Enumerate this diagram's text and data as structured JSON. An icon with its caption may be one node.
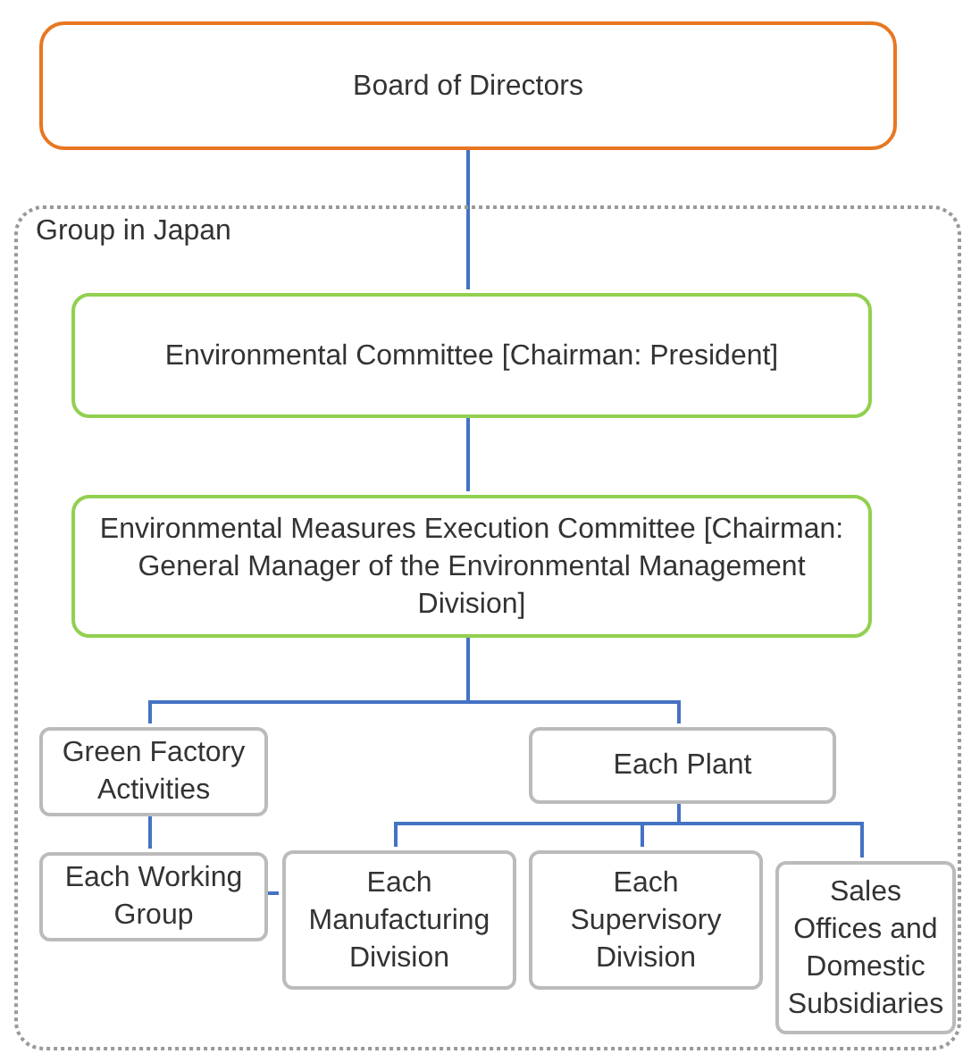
{
  "diagram": {
    "nodes": [
      {
        "text": [
          "Board of Directors"
        ]
      },
      {
        "text": [
          "Group in Japan"
        ]
      },
      {
        "text": [
          "Environmental Committee [Chairman: President]"
        ],
        "in": 1
      },
      {
        "text": [
          "Environmental Measures Execution Committee [Chairman: General Manager of the Environmental Management Division]"
        ],
        "in": 1
      },
      {
        "text": [
          "Green Factory Activities"
        ],
        "in": 1
      },
      {
        "text": [
          "Each Plant"
        ],
        "in": 1
      },
      {
        "text": [
          "Each Working Group"
        ],
        "in": 1
      },
      {
        "text": [
          "Each Manufacturing Division"
        ],
        "in": 1
      },
      {
        "text": [
          "Each Supervisory Division"
        ],
        "in": 1
      },
      {
        "text": [
          "Sales Offices and Domestic Subsidiaries"
        ],
        "in": 1
      }
    ],
    "edges": [
      {
        "from": 0,
        "to": 2,
        "arrow": "none"
      },
      {
        "from": 2,
        "to": 3,
        "arrow": "none"
      },
      {
        "from": 3,
        "to": 4,
        "arrow": "none"
      },
      {
        "from": 3,
        "to": 5,
        "arrow": "none"
      },
      {
        "from": 4,
        "to": 6,
        "arrow": "none"
      },
      {
        "from": 6,
        "to": 7,
        "arrow": "none"
      },
      {
        "from": 5,
        "to": 7,
        "arrow": "none"
      },
      {
        "from": 5,
        "to": 8,
        "arrow": "none"
      },
      {
        "from": 5,
        "to": 9,
        "arrow": "none"
      }
    ]
  }
}
